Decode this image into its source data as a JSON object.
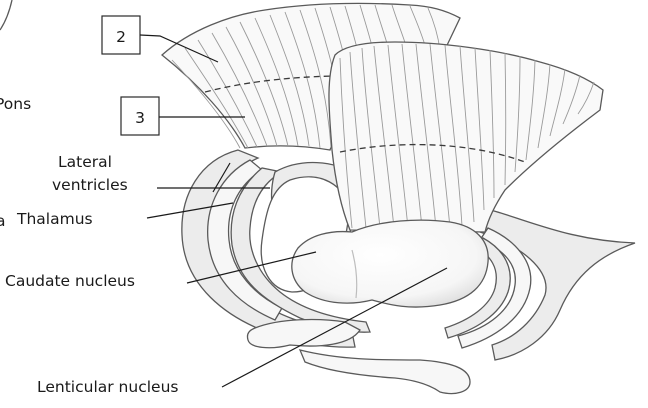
{
  "labels": {
    "box_2": "2",
    "box_3": "3",
    "pons_cut": "Pons",
    "edge_a": "a",
    "lateral_ventricles_line1": "Lateral",
    "lateral_ventricles_line2": "ventricles",
    "thalamus": "Thalamus",
    "caudate_nucleus": "Caudate nucleus",
    "lenticular_nucleus": "Lenticular nucleus"
  },
  "colors": {
    "gray_matter_fill": "#ececec",
    "white_matter_fill": "#f9f9f9",
    "outline": "#5a5a5a",
    "fiber_lines": "#9a9a9a"
  }
}
